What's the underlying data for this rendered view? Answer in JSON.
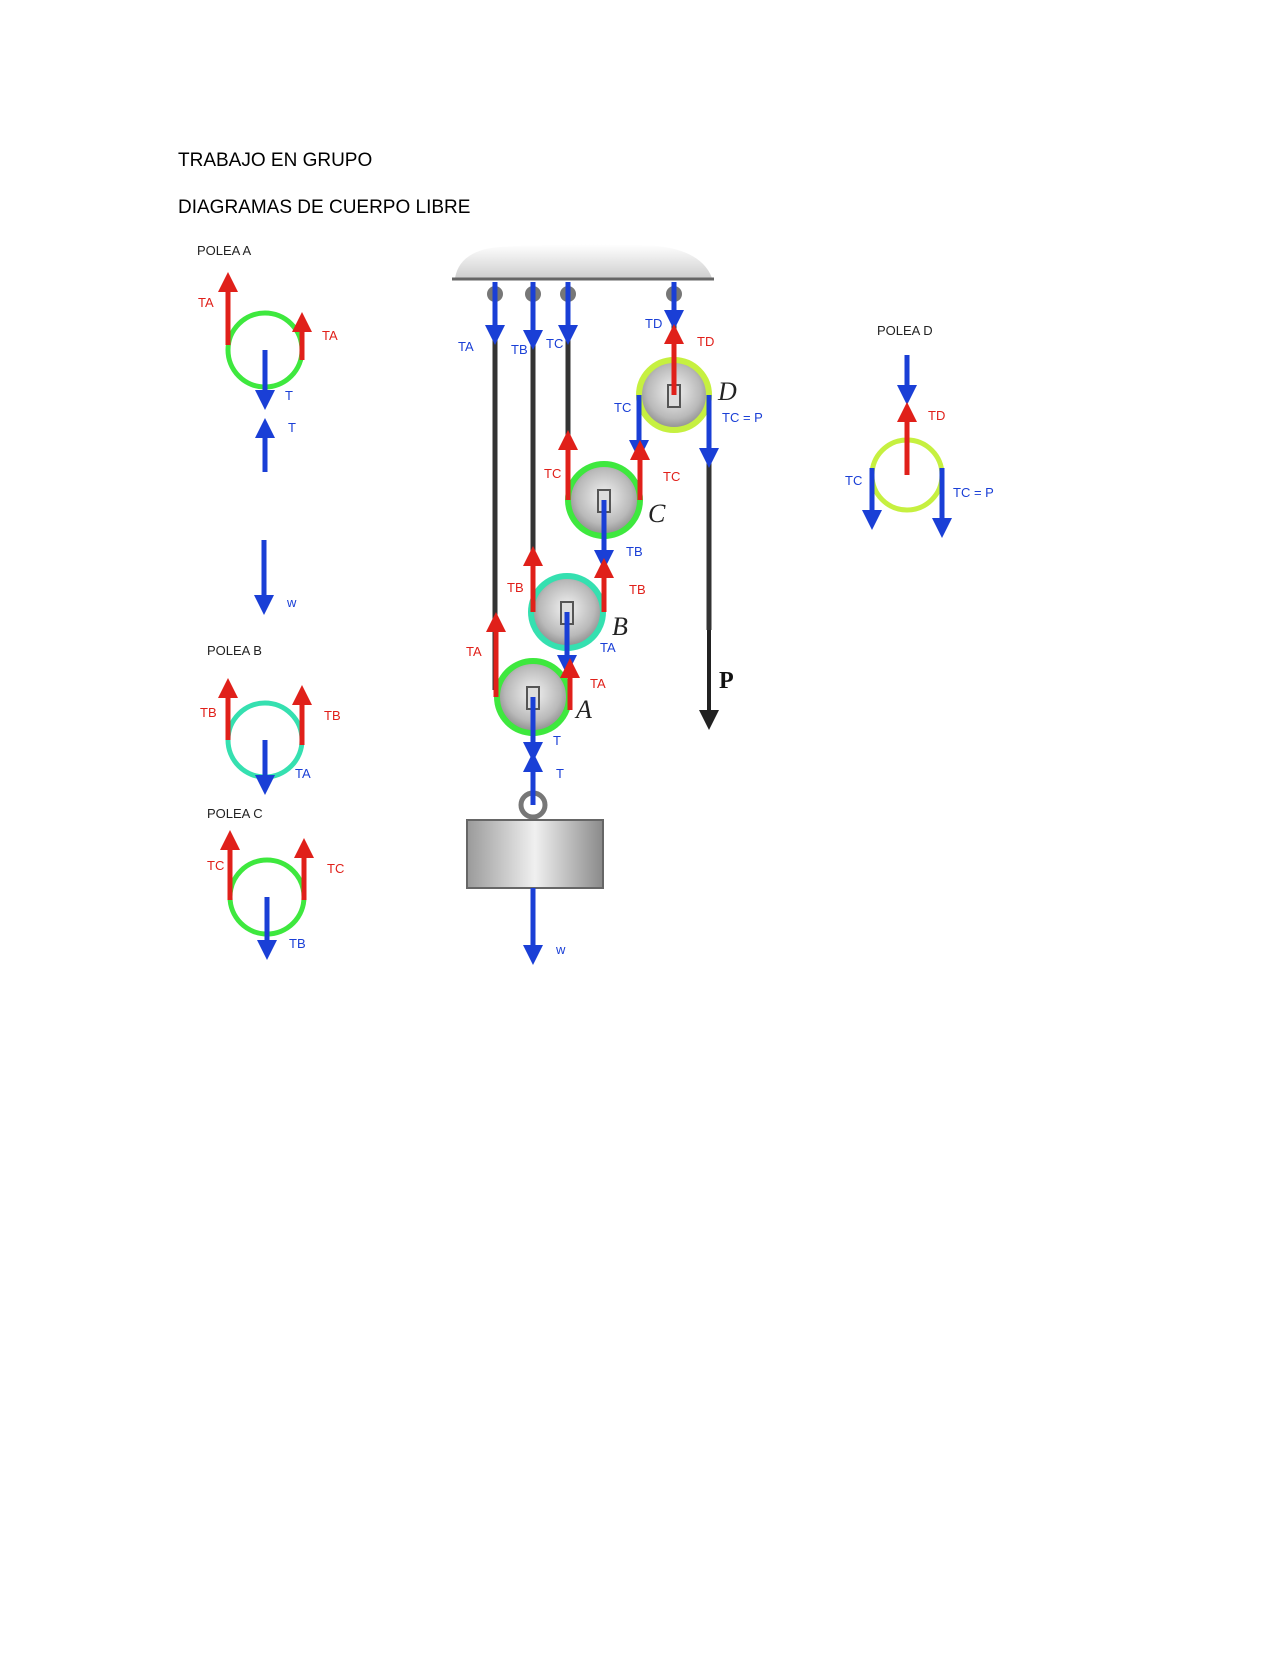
{
  "document": {
    "title": "TRABAJO EN GRUPO",
    "subtitle": "DIAGRAMAS DE CUERPO LIBRE"
  },
  "figure": {
    "colors": {
      "up": "#e0201a",
      "down": "#1a3fd6",
      "rope": "#222222",
      "green": "#3ee83e",
      "teal": "#35e0b0",
      "lime": "#c6f040"
    },
    "fbd_a": {
      "heading": "POLEA A",
      "left": "TA",
      "right": "TA",
      "bottom": "T",
      "t_up": "T",
      "w": "w"
    },
    "fbd_b": {
      "heading": "POLEA B",
      "left": "TB",
      "right": "TB",
      "bottom": "TA"
    },
    "fbd_c": {
      "heading": "POLEA C",
      "left": "TC",
      "right": "TC",
      "bottom": "TB"
    },
    "fbd_d": {
      "heading": "POLEA D",
      "top": "TD",
      "left": "TC",
      "right": "TC = P"
    },
    "system": {
      "ceiling_ta": "TA",
      "ceiling_tb": "TB",
      "ceiling_tc": "TC",
      "ceiling_td": "TD",
      "td_up": "TD",
      "d_left": "TC",
      "d_right": "TC = P",
      "c_left": "TC",
      "c_right": "TC",
      "c_bottom": "TB",
      "b_left": "TB",
      "b_right": "TB",
      "b_bottom": "TA",
      "a_left": "TA",
      "a_right": "TA",
      "a_bottom": "T",
      "hook_t": "T",
      "weight_w": "w",
      "pulley_a": "A",
      "pulley_b": "B",
      "pulley_c": "C",
      "pulley_d": "D",
      "force_p": "P"
    }
  }
}
